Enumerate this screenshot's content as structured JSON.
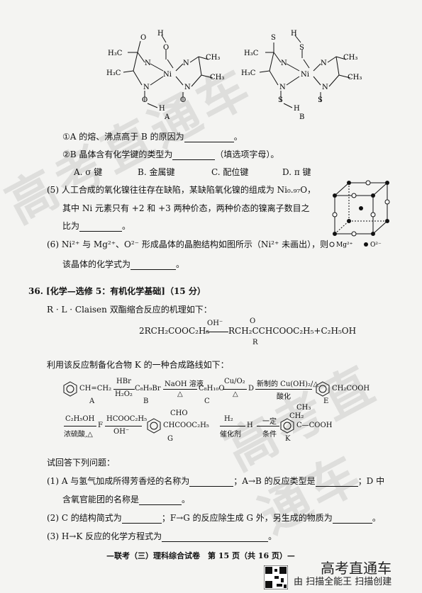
{
  "figure_a": {
    "label": "A",
    "atoms": {
      "h": "H",
      "o": "O",
      "n": "N",
      "ni": "Ni",
      "ch3": "CH₃",
      "h3c": "H₃C"
    }
  },
  "figure_b": {
    "label": "B",
    "atoms": {
      "h": "H",
      "s": "S",
      "n": "N",
      "ni": "Ni",
      "ch3": "CH₃",
      "h3c": "H₃C"
    }
  },
  "q4": {
    "item1": "①A 的熔、沸点高于 B 的原因为",
    "item1_end": "。",
    "item2": "②B 晶体含有化学键的类型为",
    "item2_end": "（填选项字母）。",
    "options": [
      "A. σ 键",
      "B. 金属键",
      "C. 配位键",
      "D. π 键"
    ]
  },
  "q5": {
    "line1": "(5) 人工合成的氧化镍往往存在缺陷，某缺陷氧化镍的组成为 Ni₀.₉₇O，",
    "line2": "其中 Ni 元素只有 +2 和 +3 两种价态，两种价态的镍离子数目之",
    "line3": "比为",
    "line3_end": "。"
  },
  "crystal_legend": {
    "mg": "Mg²⁺",
    "o": "O²⁻"
  },
  "q6": {
    "line1": "(6) Ni²⁺ 与 Mg²⁺、O²⁻ 形成晶体的晶胞结构如图所示（Ni²⁺ 未画出），则",
    "line2": "该晶体的化学式为",
    "line2_end": "。"
  },
  "q36": {
    "heading": "36. [化学—选修 5：有机化学基础]（15 分）",
    "intro": "R · L · Claisen 双酯缩合反应的机理如下：",
    "mechanism_left": "2RCH₂COOC₂H₅",
    "mechanism_arrow": "OH⁻",
    "mechanism_right": "RCH₂CCHCOOC₂H₅+C₂H₅OH",
    "mechanism_o": "O",
    "mechanism_r": "R",
    "route_intro": "利用该反应制备化合物 K 的一种合成路线如下："
  },
  "route": {
    "row1": {
      "a_formula": "CH=CH₂",
      "a_label": "A",
      "r1_top": "HBr",
      "r1_bottom": "H₂O₂",
      "b": "C₈H₉Br",
      "b_label": "B",
      "r2_top": "NaOH 溶液",
      "r2_bottom": "△",
      "c": "C₈H₁₀O",
      "c_label": "C",
      "r3_top": "Cu/O₂",
      "r3_bottom": "△",
      "d": "D",
      "r4_top": "新制的 Cu(OH)₂/△",
      "r4_bottom": "酸化",
      "e_formula": "CH₂COOH",
      "e_label": "E"
    },
    "row2": {
      "r5_top": "C₂H₅OH",
      "r5_bottom": "浓硫酸,△",
      "f": "F",
      "r6_top": "HCOOC₂H₅",
      "r6_bottom": "OH⁻",
      "g_cho": "CHO",
      "g_formula": "CHCOOC₂H₅",
      "g_label": "G",
      "r7_top": "H₂",
      "r7_bottom": "催化剂",
      "h": "H",
      "r8_top": "一定",
      "r8_bottom": "条件",
      "k_ch3": "CH₃",
      "k_formula": "C—COOH",
      "k_ch2": "CH₂",
      "k_label": "K"
    }
  },
  "questions": {
    "prompt": "试回答下列问题：",
    "q1_line1": "(1) A 与氢气加成所得芳香烃的名称为",
    "q1_mid": "；A→B 的反应类型是",
    "q1_end": "；D 中",
    "q1_line2": "含氧官能团的名称是",
    "q1_line2_end": "。",
    "q2": "(2) C 的结构简式为",
    "q2_mid": "；F→G 的反应除生成 G 外，另生成的物质为",
    "q2_end": "。",
    "q3": "(3) H→K 反应的化学方程式为",
    "q3_end": "。"
  },
  "footer": {
    "text": "—联考（三）理科综合试卷　第 15 页（共 16 页）—",
    "brand": "高考直通车",
    "scan": "由 扫描全能王 扫描创建"
  },
  "watermark": "高考直通车"
}
